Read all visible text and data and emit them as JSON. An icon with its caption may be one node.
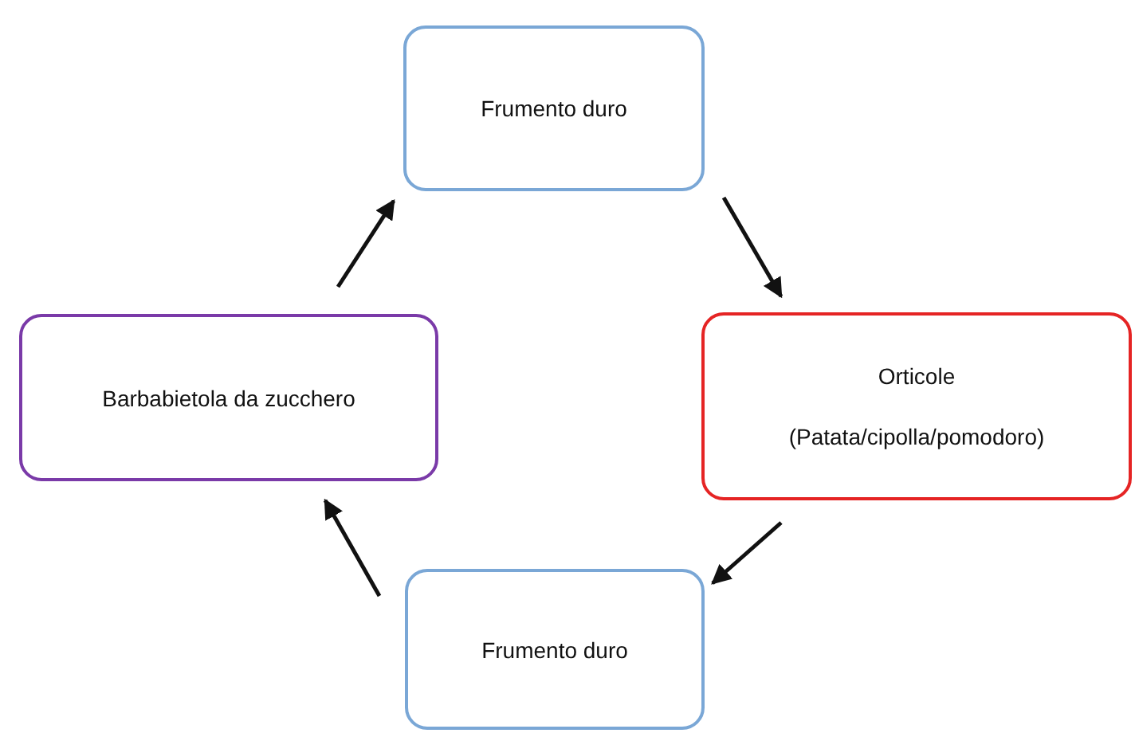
{
  "diagram": {
    "nodes": [
      {
        "text": [
          "Frumento duro"
        ]
      },
      {
        "text": [
          "Orticole",
          "(Patata/cipolla/pomodoro)"
        ]
      },
      {
        "text": [
          "Frumento duro"
        ]
      },
      {
        "text": [
          "Barbabietola da zucchero"
        ]
      }
    ],
    "edges": [
      {
        "from": 0,
        "to": 1,
        "arrow": "to"
      },
      {
        "from": 1,
        "to": 2,
        "arrow": "to"
      },
      {
        "from": 2,
        "to": 3,
        "arrow": "to"
      },
      {
        "from": 3,
        "to": 0,
        "arrow": "to"
      }
    ]
  }
}
